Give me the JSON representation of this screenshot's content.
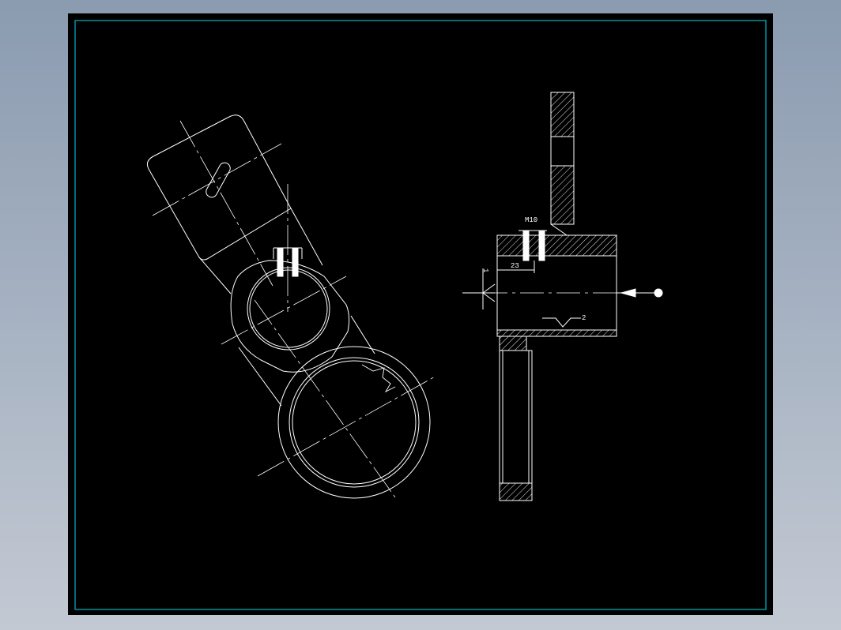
{
  "viewport": {
    "background": "#000000",
    "frame_color": "#00b4c8",
    "line_color": "#ffffff"
  },
  "labels": {
    "thread": "M10",
    "dimension": "23",
    "surface_mark": "2",
    "section_mark": "1"
  }
}
